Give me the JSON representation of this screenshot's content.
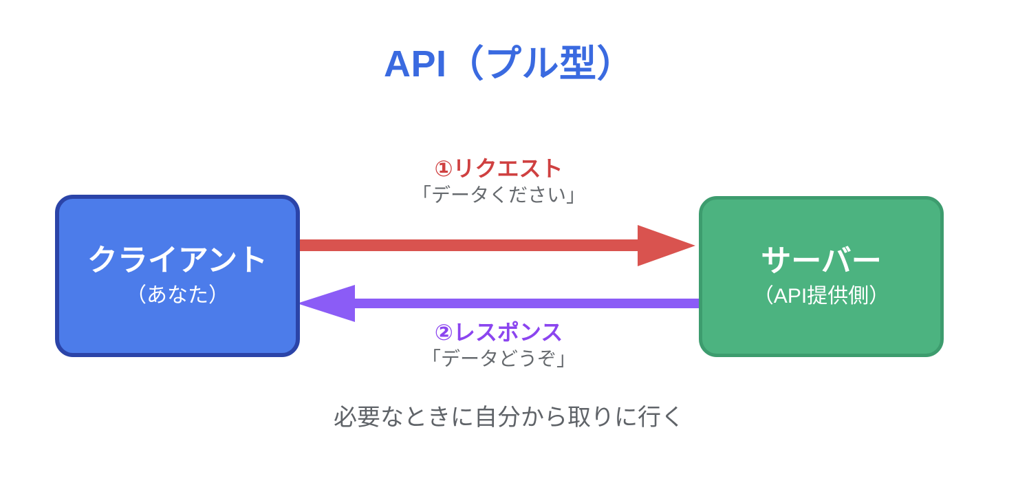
{
  "diagram": {
    "type": "sequence-flow",
    "title": "API（プル型）",
    "title_color": "#3a6ae0",
    "background": "#ffffff",
    "caption": "必要なときに自分から取りに行く",
    "caption_color": "#5f6368",
    "nodes": [
      {
        "id": "client",
        "title": "クライアント",
        "subtitle": "（あなた）",
        "fill": "#4c7cea",
        "stroke": "#2b44a8",
        "text_color": "#ffffff"
      },
      {
        "id": "server",
        "title": "サーバー",
        "subtitle": "（API提供側）",
        "fill": "#4cb380",
        "stroke": "#3d9c6e",
        "text_color": "#ffffff"
      }
    ],
    "arrows": [
      {
        "id": "request",
        "from": "client",
        "to": "server",
        "direction": "right",
        "label": "①リクエスト",
        "quote": "「データください」",
        "color": "#d9534f",
        "quote_color": "#666a6e"
      },
      {
        "id": "response",
        "from": "server",
        "to": "client",
        "direction": "left",
        "label": "②レスポンス",
        "quote": "「データどうぞ」",
        "color": "#8b5cf6",
        "quote_color": "#666a6e"
      }
    ]
  }
}
